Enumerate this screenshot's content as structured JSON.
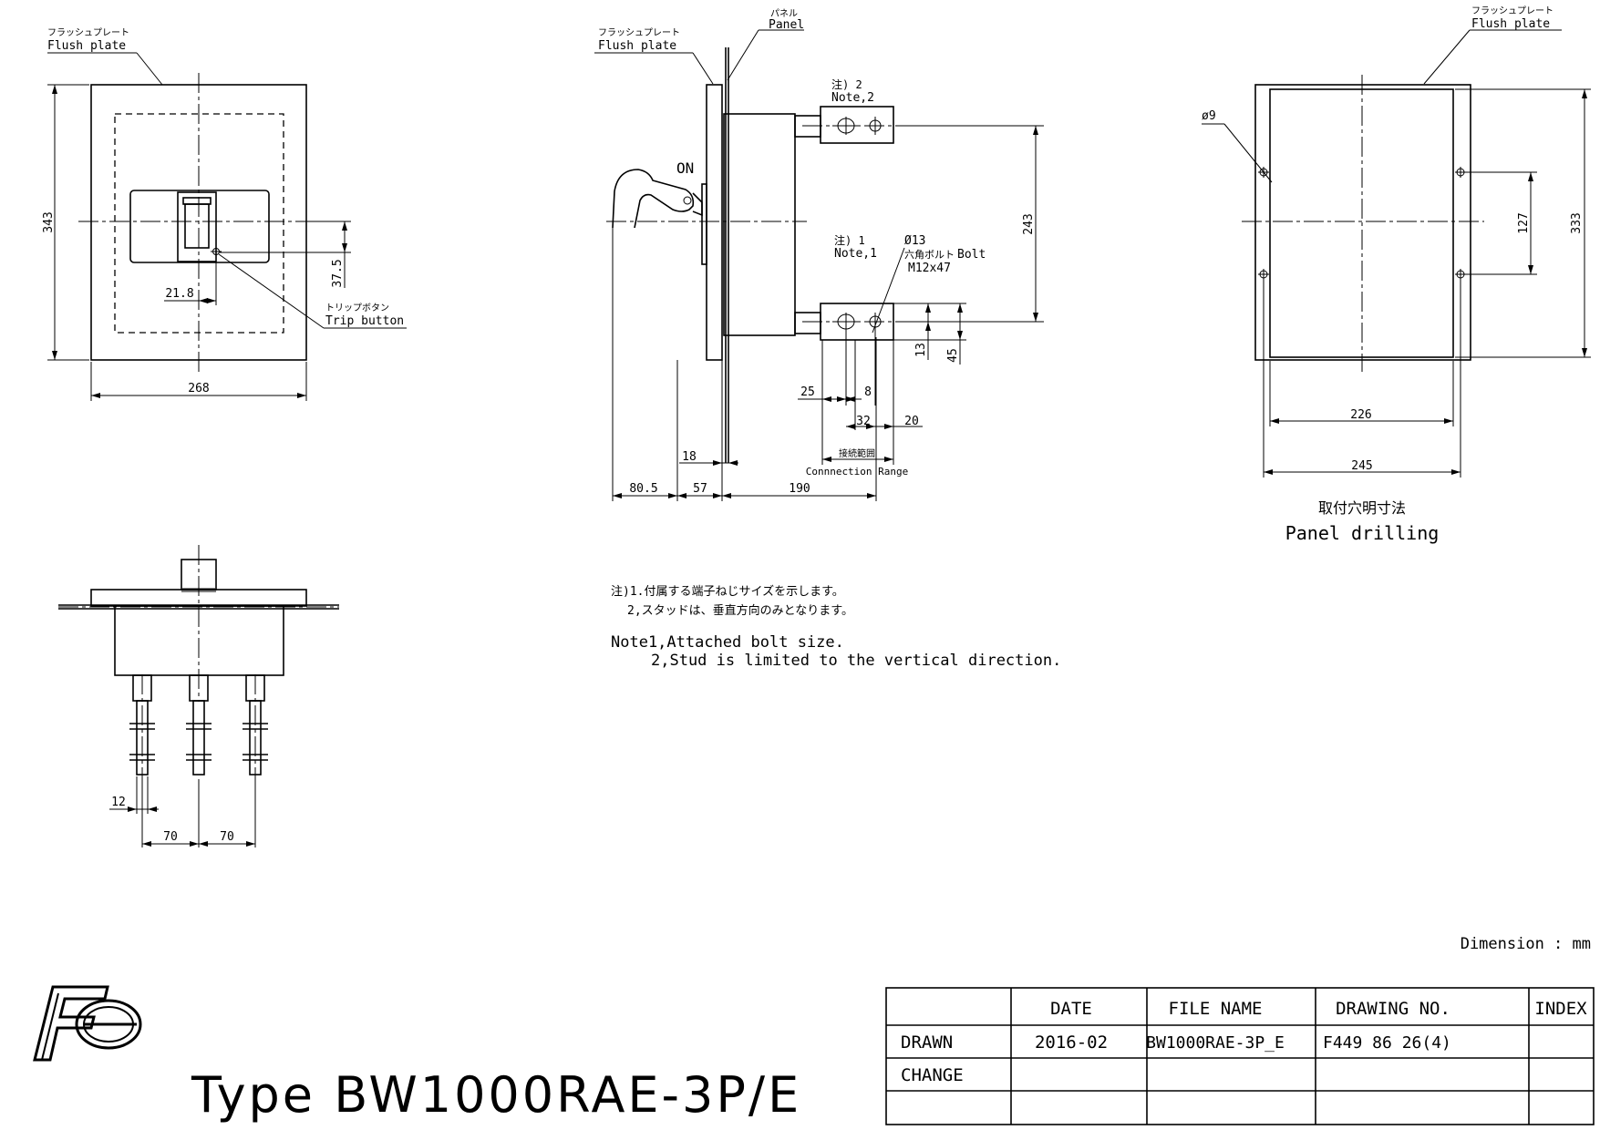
{
  "title": {
    "type_label": "Type BW1000RAE-3P/E"
  },
  "logo": {
    "icon": "fe-logo-icon",
    "mark": "Fe"
  },
  "front_view": {
    "flush_plate_jp": "フラッシュプレート",
    "flush_plate_en": "Flush plate",
    "dim_height": "343",
    "dim_width": "268",
    "dim_trip_offset_x": "21.8",
    "dim_trip_offset_y": "37.5",
    "trip_button_jp": "トリップボタン",
    "trip_button_en": "Trip button"
  },
  "side_view": {
    "flush_plate_jp": "フラッシュプレート",
    "flush_plate_en": "Flush plate",
    "panel_jp": "パネル",
    "panel_en": "Panel",
    "on_label": "ON",
    "note2_jp": "注) 2",
    "note2_en": "Note,2",
    "note1_jp": "注) 1",
    "note1_en": "Note,1",
    "bolt_dia": "Ø13",
    "bolt_jp": "六角ボルト",
    "bolt_en": "Bolt",
    "bolt_size": "M12x47",
    "dim_243": "243",
    "dim_13": "13",
    "dim_45": "45",
    "dim_25": "25",
    "dim_8": "8",
    "dim_32": "32",
    "dim_20": "20",
    "connection_range_jp": "接続範囲",
    "connection_range_en": "Connnection Range",
    "dim_18": "18",
    "dim_80_5": "80.5",
    "dim_57": "57",
    "dim_190": "190"
  },
  "panel_drilling": {
    "flush_plate_jp": "フラッシュプレート",
    "flush_plate_en": "Flush plate",
    "hole_dia": "ø9",
    "dim_127": "127",
    "dim_333": "333",
    "dim_226": "226",
    "dim_245": "245",
    "title_jp": "取付穴明寸法",
    "title_en": "Panel drilling"
  },
  "bottom_view": {
    "dim_12": "12",
    "dim_70a": "70",
    "dim_70b": "70"
  },
  "notes": {
    "jp_line1": "注)1.付属する端子ねじサイズを示します。",
    "jp_line2": "2,スタッドは、垂直方向のみとなります。",
    "en_line1": "Note1,Attached bolt size.",
    "en_line2": "2,Stud is limited to the vertical direction."
  },
  "dimension_unit": "Dimension : mm",
  "title_block": {
    "headers": [
      "DATE",
      "FILE NAME",
      "DRAWING NO.",
      "INDEX"
    ],
    "rows": [
      {
        "label": "DRAWN",
        "date": "2016-02",
        "file_name": "BW1000RAE-3P_E",
        "drawing_no": "F449 86 26(4)",
        "index": ""
      },
      {
        "label": "CHANGE",
        "date": "",
        "file_name": "",
        "drawing_no": "",
        "index": ""
      },
      {
        "label": "",
        "date": "",
        "file_name": "",
        "drawing_no": "",
        "index": ""
      }
    ]
  }
}
